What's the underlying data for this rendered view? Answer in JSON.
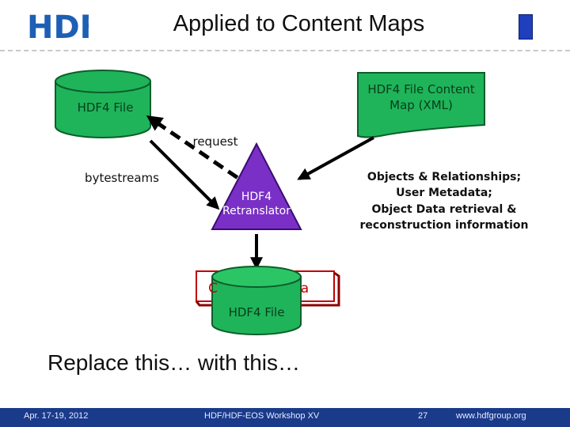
{
  "header": {
    "logo_text": "HDF",
    "title": "Applied to Content Maps"
  },
  "diagram": {
    "hdf4_file_top": "HDF4  File",
    "content_map_line1": "HDF4 File Content",
    "content_map_line2": "Map  (XML)",
    "request_label": "request",
    "bytestreams_label": "bytestreams",
    "retranslator_line1": "HDF4",
    "retranslator_line2": "Retranslator",
    "objects_line1": "Objects & Relationships;",
    "objects_line2": "User Metadata;",
    "objects_line3": "Object Data retrieval &",
    "objects_line4": "reconstruction information",
    "output_box_partial": "C",
    "output_box_partial_right": "a",
    "hdf4_file_bottom": "HDF4  File"
  },
  "caption": "Replace this…  with this…",
  "footer": {
    "date": "Apr. 17-19, 2012",
    "workshop": "HDF/HDF-EOS Workshop XV",
    "page": "27",
    "url": "www.hdfgroup.org"
  },
  "colors": {
    "cylinder_green": "#1fb45a",
    "triangle_purple": "#7a2fc6",
    "output_red": "#c00000",
    "footer_blue": "#1a3a8a",
    "logo_blue": "#1d5fb4",
    "logo_green": "#2aa05a"
  }
}
